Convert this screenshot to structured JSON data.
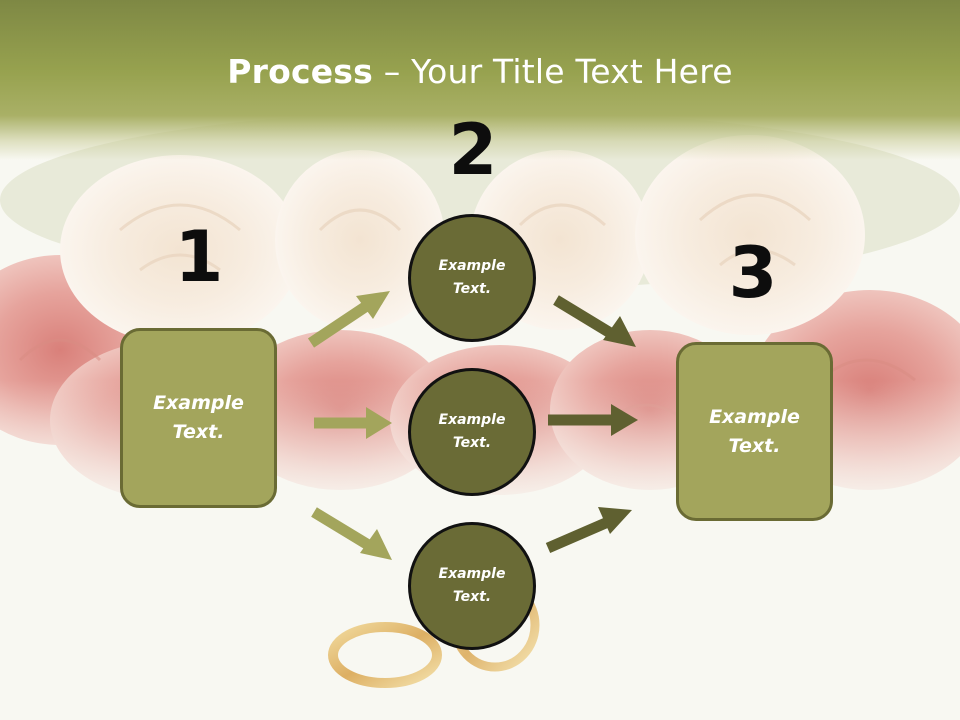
{
  "slide": {
    "title_bold": "Process",
    "title_separator": " – ",
    "title_rest": "Your Title Text Here"
  },
  "steps": {
    "one": "1",
    "two": "2",
    "three": "3"
  },
  "left_box": {
    "text": "Example\nText."
  },
  "right_box": {
    "text": "Example\nText."
  },
  "circles": [
    {
      "text": "Example\nText."
    },
    {
      "text": "Example\nText."
    },
    {
      "text": "Example\nText."
    }
  ],
  "colors": {
    "title_band": "#97a24f",
    "box_fill": "#a3a55c",
    "box_border": "#6a6b34",
    "circle_fill": "#6a6b36",
    "light_arrow": "#a3a55c",
    "dark_arrow": "#5f6030"
  }
}
